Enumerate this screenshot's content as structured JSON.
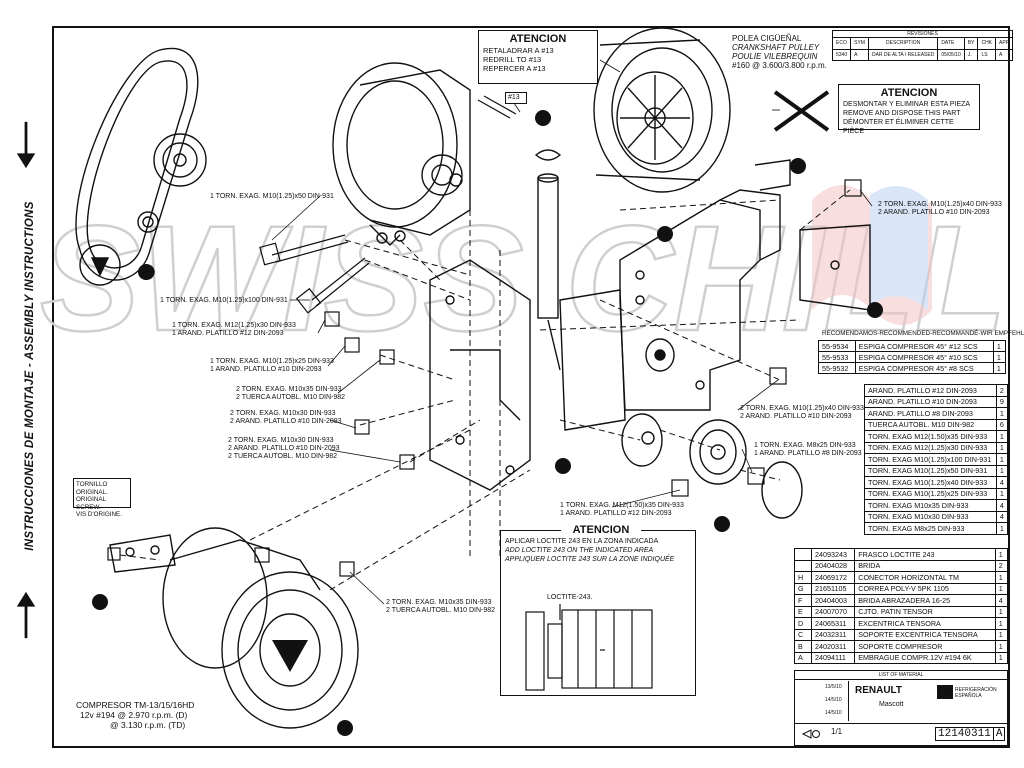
{
  "side_text": "INSTRUCCIONES DE MONTAJE - ASSEMBLY INSTRUCTIONS",
  "watermark": "SWISS CHILL",
  "callouts": {
    "loctite_box": {
      "title": "ATENCION",
      "lines": [
        "RETALADRAR A #13",
        "REDRILL TO #13",
        "REPERCER A #13"
      ]
    },
    "pulley": {
      "lines": [
        "POLEA CIGÜEÑAL",
        "CRANKSHAFT PULLEY",
        "POULIE VILEBREQUIN",
        "#160 @ 3.600/3.800 r.p.m."
      ]
    },
    "dispose_box": {
      "title": "ATENCION",
      "lines": [
        "DESMONTAR Y ELIMINAR ESTA PIEZA",
        "REMOVE AND DISPOSE THIS PART",
        "DÉMONTER ET ÉLIMINER CETTE PIÈCE"
      ]
    },
    "apply_box": {
      "title": "ATENCION",
      "lines": [
        "APLICAR LOCTITE 243 EN LA ZONA INDICADA",
        "ADD LOCTITE 243 ON THE INDICATED AREA",
        "APPLIQUER LOCTITE 243 SUR LA ZONE INDIQUÉE"
      ],
      "loctite_label": "LOCTITE-243."
    },
    "original_screw": {
      "lines": [
        "TORNILLO ORIGINAL.",
        "ORIGINAL SCREW.",
        "VIS D'ORIGINE."
      ]
    },
    "hole_tag": "#13",
    "compressor": {
      "lines": [
        "COMPRESOR TM-13/15/16HD",
        "12v #194  @ 2.970 r.p.m. (D)",
        "@ 3.130 r.p.m. (TD)"
      ]
    }
  },
  "part_labels": [
    {
      "lines": [
        "1 TORN. EXAG. M10(1.25)x50 DIN-931"
      ]
    },
    {
      "lines": [
        "1 TORN. EXAG. M10(1.25)x100 DIN-931"
      ]
    },
    {
      "lines": [
        "1 TORN. EXAG. M12(1.25)x30 DIN-933",
        "1 ARAND. PLATILLO #12 DIN-2093"
      ]
    },
    {
      "lines": [
        "1 TORN. EXAG. M10(1.25)x25 DIN-933",
        "1 ARAND. PLATILLO #10 DIN-2093"
      ]
    },
    {
      "lines": [
        "2 TORN. EXAG. M10x35 DIN-933",
        "2 TUERCA AUTOBL. M10 DIN-982"
      ]
    },
    {
      "lines": [
        "2 TORN. EXAG. M10x30 DIN-933",
        "2 ARAND. PLATILLO #10 DIN-2093"
      ]
    },
    {
      "lines": [
        "2 TORN. EXAG. M10x30 DIN-933",
        "2 ARAND. PLATILLO #10 DIN-2093",
        "2 TUERCA AUTOBL. M10 DIN-982"
      ]
    },
    {
      "lines": [
        "2 TORN. EXAG. M10(1.25)x40 DIN-933",
        "2 ARAND. PLATILLO #10 DIN-2093"
      ]
    },
    {
      "lines": [
        "2 TORN. EXAG. M10(1.25)x40 DIN-933",
        "2 ARAND. PLATILLO #10 DIN-2093"
      ]
    },
    {
      "lines": [
        "1 TORN. EXAG. M8x25 DIN-933",
        "1 ARAND. PLATILLO #8 DIN-2093"
      ]
    },
    {
      "lines": [
        "1 TORN. EXAG. M12(1.50)x35 DIN-933",
        "1 ARAND. PLATILLO #12 DIN-2093"
      ]
    },
    {
      "lines": [
        "2 TORN. EXAG. M10x35 DIN-933",
        "2 TUERCA AUTOBL. M10 DIN-982"
      ]
    }
  ],
  "revision": {
    "title": "REVISIONES",
    "headers": [
      "ECO",
      "SYM",
      "DESCRIPTION",
      "DATE",
      "BY",
      "CHK",
      "APP"
    ],
    "row": [
      "5340",
      "A",
      "DAR DE ALTA / RELEASED",
      "05/05/10",
      "J.",
      "LS",
      "A"
    ]
  },
  "recommended": {
    "title": "RECOMENDAMOS-RECOMMENDED-RECOMMANDÉ-WIR EMPFEHLEN",
    "rows": [
      {
        "code": "55-9534",
        "desc": "ESPIGA COMPRESOR 45° #12 SCS",
        "qty": "1"
      },
      {
        "code": "55-9533",
        "desc": "ESPIGA COMPRESOR 45° #10 SCS",
        "qty": "1"
      },
      {
        "code": "55-9532",
        "desc": "ESPIGA COMPRESOR 45° #8 SCS",
        "qty": "1"
      }
    ]
  },
  "hardware": [
    {
      "desc": "ARAND. PLATILLO #12 DIN-2093",
      "qty": "2"
    },
    {
      "desc": "ARAND. PLATILLO #10 DIN-2093",
      "qty": "9"
    },
    {
      "desc": "ARAND. PLATILLO #8 DIN-2093",
      "qty": "1"
    },
    {
      "desc": "TUERCA AUTOBL. M10 DIN-982",
      "qty": "6"
    },
    {
      "desc": "TORN. EXAG M12(1.50)x35 DIN-933",
      "qty": "1"
    },
    {
      "desc": "TORN. EXAG M12(1.25)x30 DIN-933",
      "qty": "1"
    },
    {
      "desc": "TORN. EXAG M10(1.25)x100 DIN-931",
      "qty": "1"
    },
    {
      "desc": "TORN. EXAG M10(1.25)x50 DIN-931",
      "qty": "1"
    },
    {
      "desc": "TORN. EXAG M10(1.25)x40 DIN-933",
      "qty": "4"
    },
    {
      "desc": "TORN. EXAG M10(1.25)x25 DIN-933",
      "qty": "1"
    },
    {
      "desc": "TORN. EXAG M10x35 DIN-933",
      "qty": "4"
    },
    {
      "desc": "TORN. EXAG M10x30 DIN-933",
      "qty": "4"
    },
    {
      "desc": "TORN. EXAG M8x25 DIN-933",
      "qty": "1"
    }
  ],
  "parts": [
    {
      "item": "",
      "code": "24093243",
      "desc": "FRASCO LOCTITE 243",
      "qty": "1"
    },
    {
      "item": "",
      "code": "20404028",
      "desc": "BRIDA",
      "qty": "2"
    },
    {
      "item": "H",
      "code": "24069172",
      "desc": "CONECTOR HORIZONTAL TM",
      "qty": "1"
    },
    {
      "item": "G",
      "code": "21651105",
      "desc": "CORREA POLY-V 5PK 1105",
      "qty": "1"
    },
    {
      "item": "F",
      "code": "20404003",
      "desc": "BRIDA ABRAZADERA 16-25",
      "qty": "4"
    },
    {
      "item": "E",
      "code": "24007070",
      "desc": "CJTO. PATIN TENSOR",
      "qty": "1"
    },
    {
      "item": "D",
      "code": "24065311",
      "desc": "EXCENTRICA TENSORA",
      "qty": "1"
    },
    {
      "item": "C",
      "code": "24032311",
      "desc": "SOPORTE EXCENTRICA TENSORA",
      "qty": "1"
    },
    {
      "item": "B",
      "code": "24020311",
      "desc": "SOPORTE COMPRESOR",
      "qty": "1"
    },
    {
      "item": "A",
      "code": "24094111",
      "desc": "EMBRAGUE COMPR.12V #194  6K",
      "qty": "1"
    }
  ],
  "title_block": {
    "list_label": "LIST OF MATERIAL",
    "brand": "RENAULT",
    "model": "Mascott",
    "company": "REFRIGERACIÓN ESPAÑOLA",
    "sheet": "1/1",
    "drawing_number": "12140311",
    "drawing_rev": "A",
    "dates": [
      "13/5/10",
      "14/5/10",
      "14/5/10"
    ]
  },
  "colors": {
    "line": "#111111",
    "watermark_outline": "#bdbdbd",
    "flag_red": "#e8a0a0",
    "flag_blue": "#a8c4ea"
  }
}
